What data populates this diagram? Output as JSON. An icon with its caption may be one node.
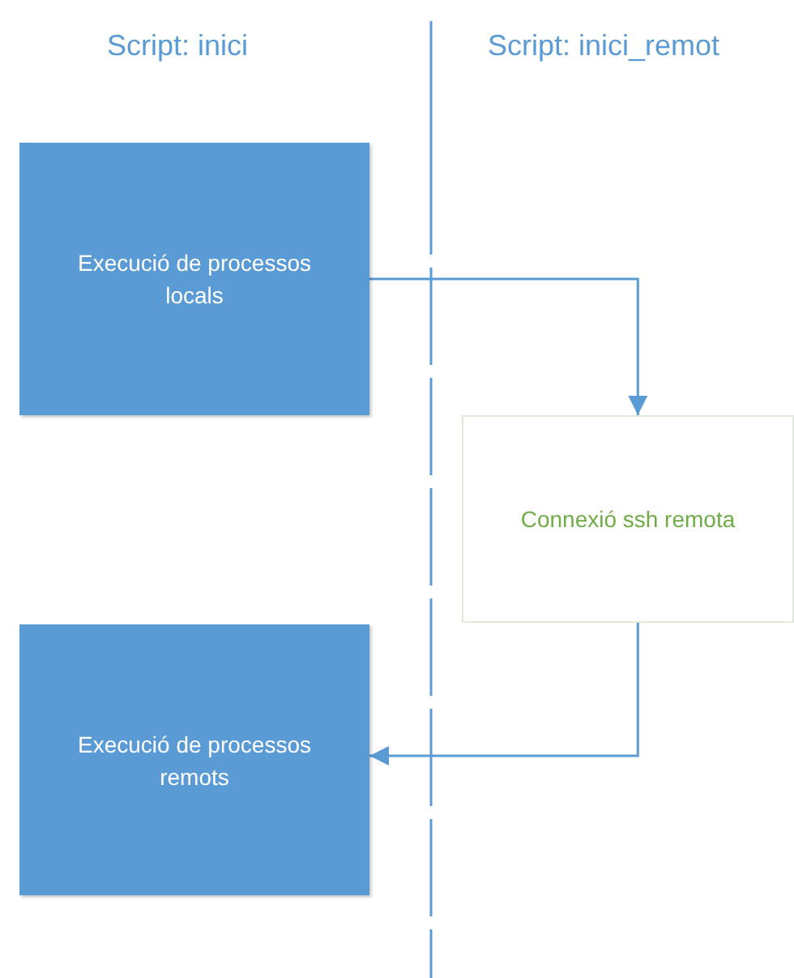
{
  "diagram": {
    "nodes": [
      {
        "text": [
          "Execució de processos locals"
        ]
      },
      {
        "text": [
          "Connexió ssh remota"
        ]
      },
      {
        "text": [
          "Execució de processos remots"
        ]
      }
    ],
    "edges": [
      {
        "from": 0,
        "to": 1,
        "arrow": "to"
      },
      {
        "from": 1,
        "to": 2,
        "arrow": "to"
      }
    ],
    "labels": [
      "Script: inici",
      "Script: inici_remot"
    ]
  }
}
